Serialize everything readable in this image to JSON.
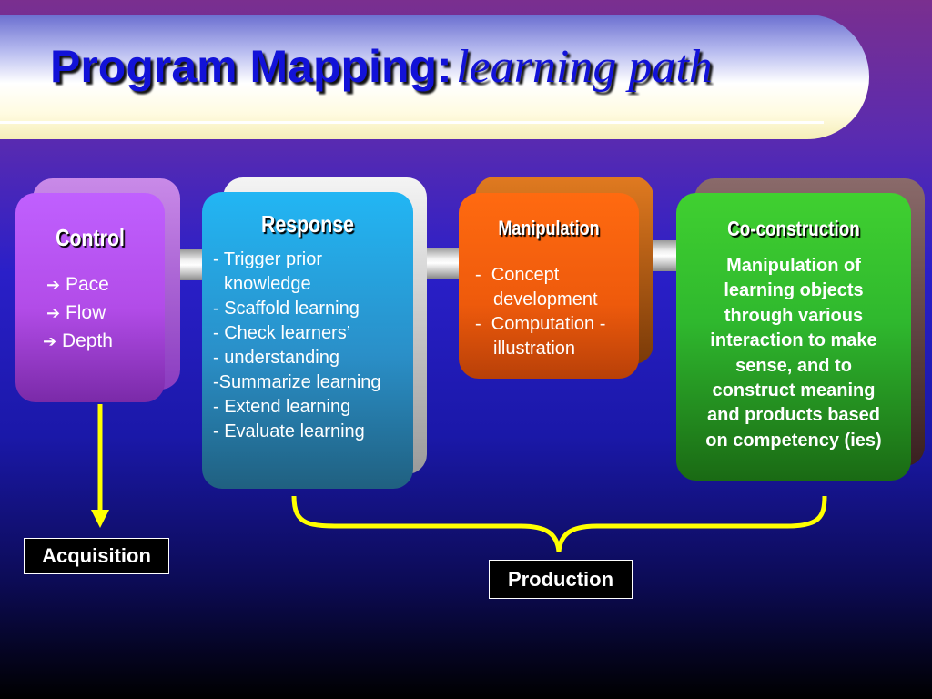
{
  "title": {
    "main": "Program Mapping:",
    "sub": "learning path"
  },
  "stages": {
    "control": {
      "heading": "Control",
      "items": [
        "Pace",
        "Flow",
        "Depth"
      ],
      "bullet": "➔"
    },
    "response": {
      "heading": "Response",
      "items": [
        "Trigger prior",
        "knowledge",
        "Scaffold learning",
        "Check learners’",
        "understanding",
        "Summarize learning",
        "Extend learning",
        "Evaluate learning"
      ]
    },
    "manipulation": {
      "heading": "Manipulation",
      "items": [
        "Concept",
        "development",
        "Computation -",
        "illustration"
      ]
    },
    "coconstruction": {
      "heading": "Co-construction",
      "text": [
        "Manipulation of",
        "learning objects",
        "through various",
        "interaction to make",
        "sense, and to",
        "construct meaning",
        "and products based",
        "on competency (ies)"
      ]
    }
  },
  "labels": {
    "acquisition": "Acquisition",
    "production": "Production"
  },
  "colors": {
    "title": "#1212d8",
    "control": "#b146e8",
    "response": "#2aa6dd",
    "manipulation": "#f05a10",
    "coconstruction": "#2fb82e",
    "arrow": "#ffff00"
  }
}
